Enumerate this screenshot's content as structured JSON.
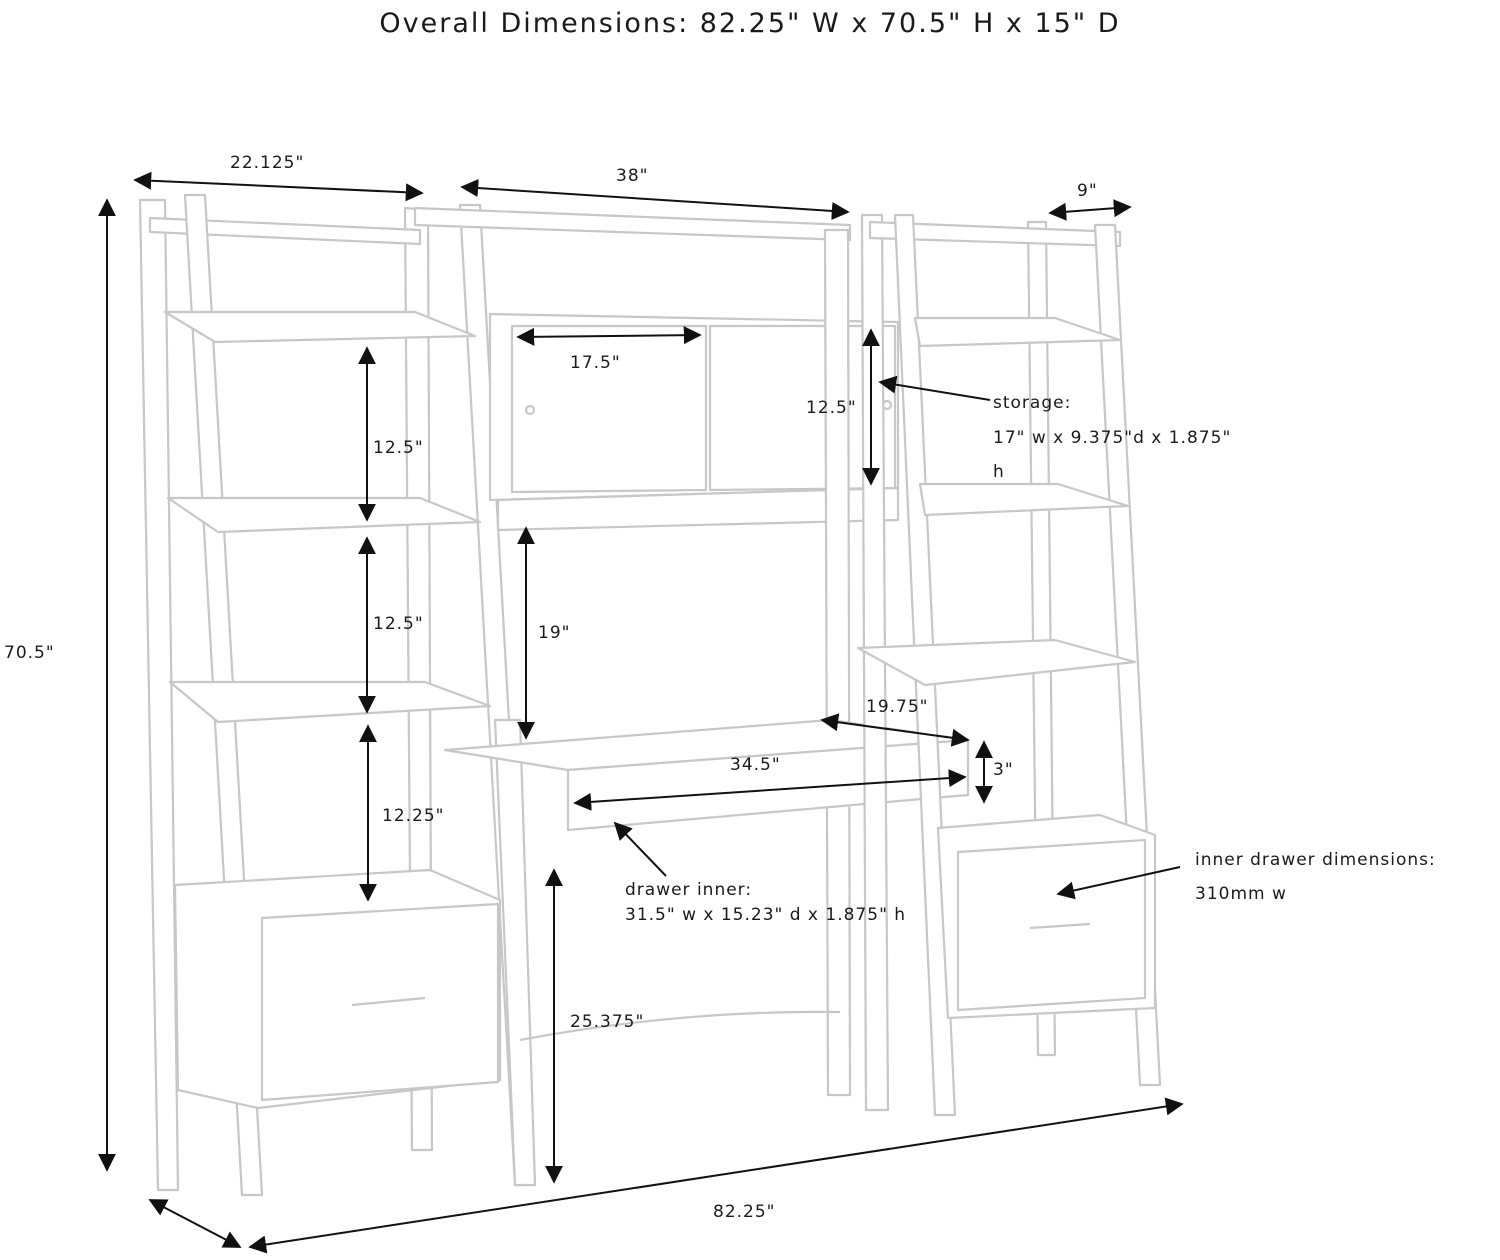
{
  "title": "Overall Dimensions: 82.25\" W x 70.5\" H x 15\" D",
  "dimensions": {
    "left_width": "22.125\"",
    "center_width": "38\"",
    "right_depth": "9\"",
    "overall_height": "70.5\"",
    "door_width": "17.5\"",
    "cabinet_height": "12.5\"",
    "shelf_gap_1": "12.5\"",
    "shelf_gap_2": "12.5\"",
    "shelf_gap_3": "12.25\"",
    "desk_clearance": "19\"",
    "desk_depth": "19.75\"",
    "desk_width": "34.5\"",
    "drawer_height": "3\"",
    "desk_height": "25.375\"",
    "overall_width": "82.25\""
  },
  "notes": {
    "storage_title": "storage:",
    "storage_dims": "17\" w x 9.375\"d x 1.875\"",
    "storage_dims_h": "h",
    "drawer_title": "drawer inner:",
    "drawer_dims": "31.5\" w x 15.23\" d x 1.875\" h",
    "inner_drawer_title": "inner drawer dimensions:",
    "inner_drawer_dims": "310mm w"
  },
  "colors": {
    "line": "#c7c7c7",
    "dimension": "#111111",
    "background": "#ffffff"
  }
}
